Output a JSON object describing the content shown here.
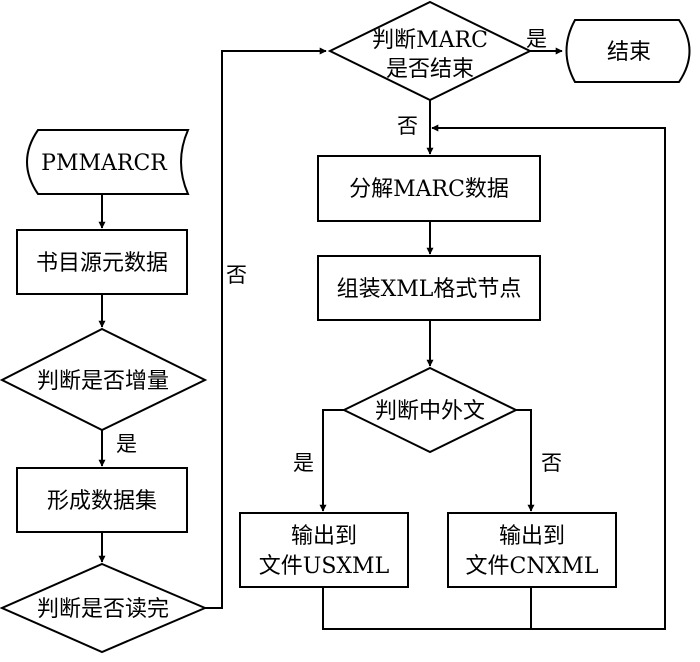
{
  "nodes": {
    "pmmarcr": "PMMARCR",
    "bibliographic_source": "书目源元数据",
    "is_incremental": "判断是否增量",
    "form_dataset": "形成数据集",
    "is_read_complete": "判断是否读完",
    "marc_end_line1": "判断MARC",
    "marc_end_line2": "是否结束",
    "end": "结束",
    "parse_marc": "分解MARC数据",
    "assemble_xml": "组装XML格式节点",
    "foreign_chinese": "判断中外文",
    "output_us_line1": "输出到",
    "output_us_line2": "文件USXML",
    "output_cn_line1": "输出到",
    "output_cn_line2": "文件CNXML"
  },
  "edge_labels": {
    "incremental_yes": "是",
    "read_no": "否",
    "marc_end_yes": "是",
    "marc_end_no": "否",
    "lang_yes": "是",
    "lang_no": "否"
  }
}
